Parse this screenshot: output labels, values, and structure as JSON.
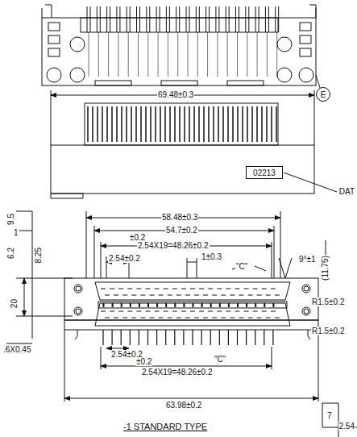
{
  "diagram": {
    "nodes": [
      {
        "text": [
          "E"
        ]
      },
      {
        "text": [
          "02213"
        ]
      }
    ],
    "labels": [
      "69.48±0.3",
      "DAT",
      "58.48±0.3",
      "54.7±0.2",
      "±0.2",
      "2.54X19=48.26±0.2",
      "2.54±0.2",
      "1±0.3",
      "\"C\"",
      "9°±1",
      "(11.75)",
      "R1.5±0.2",
      "R1.5±0.2",
      "9.5",
      "1",
      "6.2",
      "8.25",
      "20",
      ".6X0.45",
      "2.54±0.2",
      "±0.2",
      "\"C\"",
      "2.54X19=48.26±0.2",
      "63.98±0.2",
      "7",
      "2.54",
      "-1 STANDARD TYPE"
    ]
  }
}
